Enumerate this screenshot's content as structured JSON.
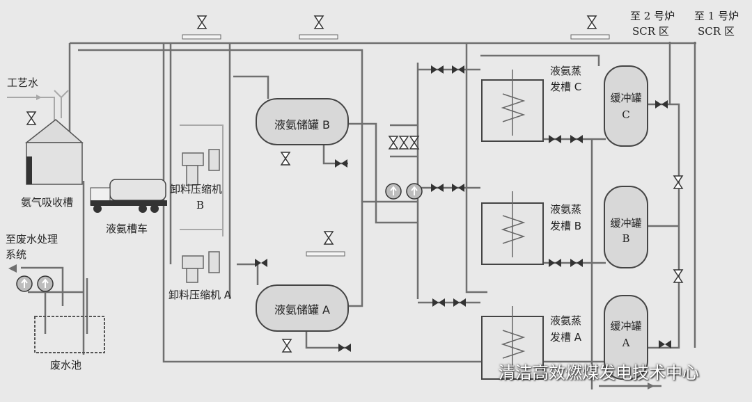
{
  "labels": {
    "process_water": "工艺水",
    "ammonia_absorber": "氨气吸收槽",
    "tanker_truck": "液氨槽车",
    "compressor_b_line1": "卸料压缩机",
    "compressor_b_line2": "B",
    "compressor_a": "卸料压缩机 A",
    "to_wastewater_line1": "至废水处理",
    "to_wastewater_line2": "系统",
    "wastewater_pool": "废水池",
    "storage_tank_b": "液氨储罐 B",
    "storage_tank_a": "液氨储罐 A",
    "evaporator_c_line1": "液氨蒸",
    "evaporator_c_line2": "发槽 C",
    "evaporator_b_line1": "液氨蒸",
    "evaporator_b_line2": "发槽 B",
    "evaporator_a_line1": "液氨蒸",
    "evaporator_a_line2": "发槽 A",
    "buffer_c_line1": "缓冲罐",
    "buffer_c_line2": "C",
    "buffer_b_line1": "缓冲罐",
    "buffer_b_line2": "B",
    "buffer_a_line1": "缓冲罐",
    "buffer_a_line2": "A",
    "to_boiler2_line1": "至 2 号炉",
    "to_boiler2_line2": "SCR 区",
    "to_boiler1_line1": "至 1 号炉",
    "to_boiler1_line2": "SCR 区"
  },
  "watermark": "清洁高效燃煤发电技术中心",
  "colors": {
    "background": "#e9e9e9",
    "pipe": "#6f6f6f",
    "pipe_light": "#a8a8a8",
    "equipment": "#d6d6d6"
  }
}
